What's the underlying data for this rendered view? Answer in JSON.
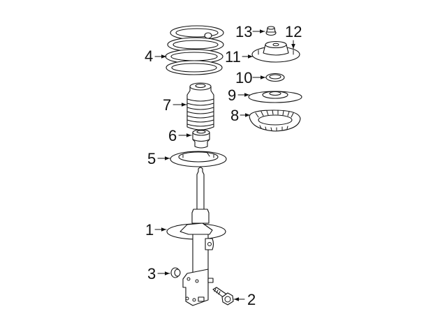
{
  "diagram": {
    "type": "exploded-parts-diagram",
    "subject": "Front strut and spring assembly",
    "background": "#ffffff",
    "line_color": "#111111",
    "callouts": [
      {
        "id": "1",
        "label": "1",
        "part": "strut-assembly"
      },
      {
        "id": "2",
        "label": "2",
        "part": "bolt"
      },
      {
        "id": "3",
        "label": "3",
        "part": "nut"
      },
      {
        "id": "4",
        "label": "4",
        "part": "coil-spring"
      },
      {
        "id": "5",
        "label": "5",
        "part": "lower-spring-insulator"
      },
      {
        "id": "6",
        "label": "6",
        "part": "bump-stop"
      },
      {
        "id": "7",
        "label": "7",
        "part": "dust-boot"
      },
      {
        "id": "8",
        "label": "8",
        "part": "upper-spring-insulator"
      },
      {
        "id": "9",
        "label": "9",
        "part": "spring-seat"
      },
      {
        "id": "10",
        "label": "10",
        "part": "bearing"
      },
      {
        "id": "11",
        "label": "11",
        "part": "strut-mount"
      },
      {
        "id": "12",
        "label": "12",
        "part": "mount-stud"
      },
      {
        "id": "13",
        "label": "13",
        "part": "nut"
      }
    ]
  }
}
